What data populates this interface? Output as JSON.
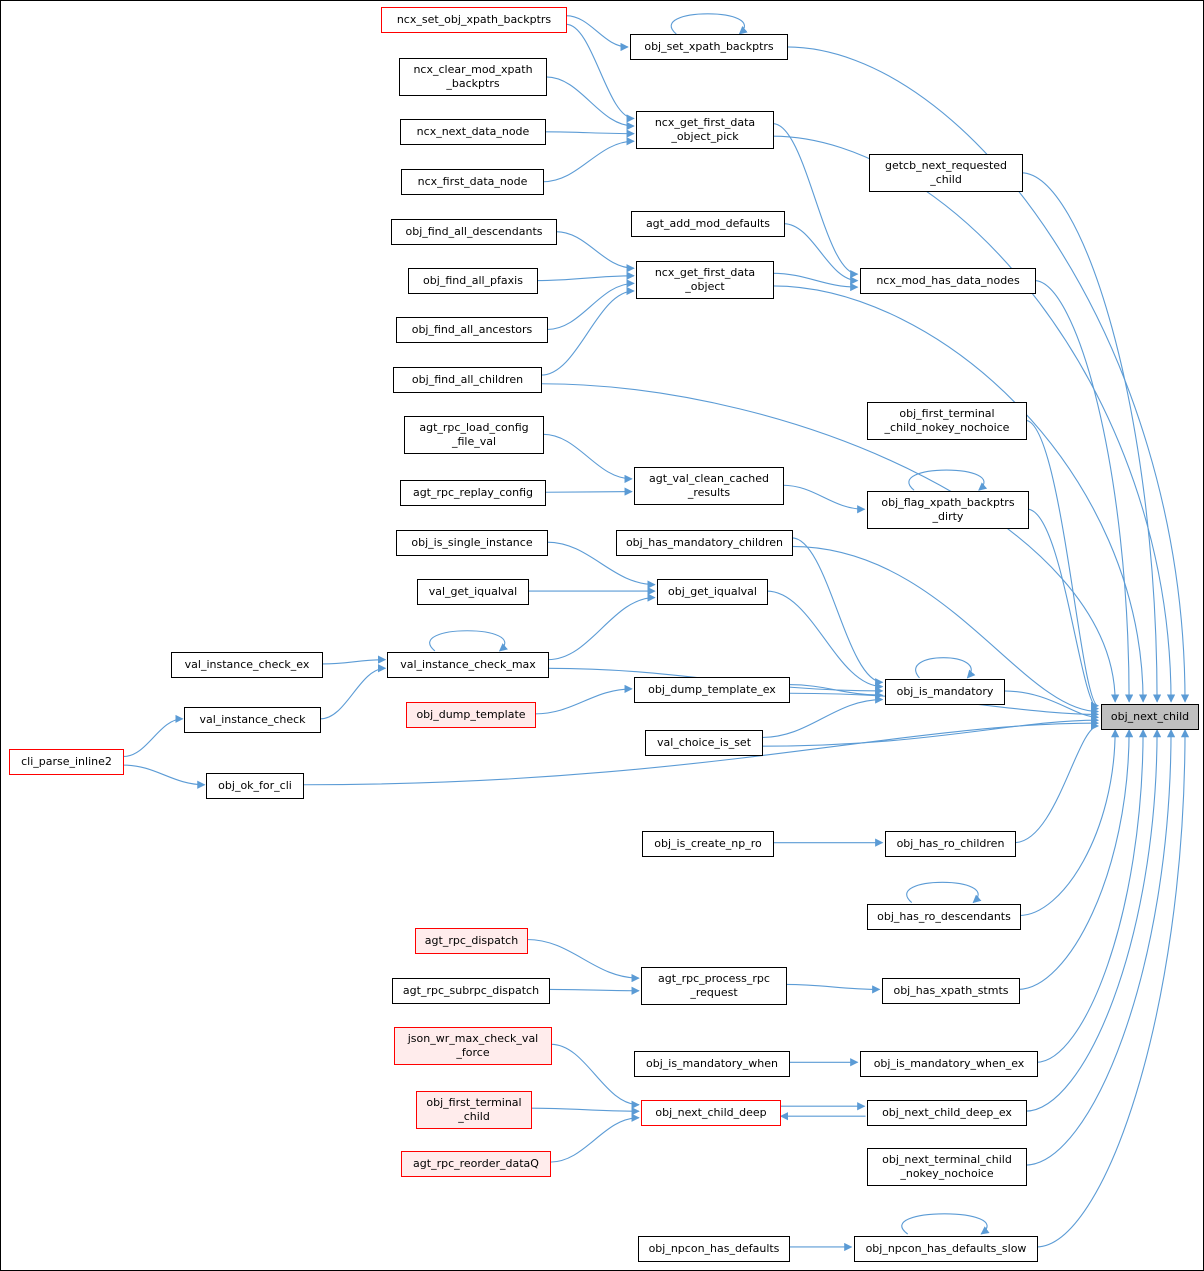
{
  "diagram": {
    "type": "call-graph",
    "root": "obj_next_child",
    "colors": {
      "edge": "#5b9bd5",
      "node_fill": "#ffffff",
      "node_border": "#000000",
      "truncated_border": "#ff0000",
      "truncated_fill": "#ffecec",
      "root_fill": "#bfbfbf",
      "background": "#ffffff"
    },
    "nodes": [
      {
        "id": "ncx_set_obj_xpath_backptrs",
        "label": "ncx_set_obj_xpath_backptrs",
        "style": "truncated"
      },
      {
        "id": "obj_set_xpath_backptrs",
        "label": "obj_set_xpath_backptrs",
        "style": "normal"
      },
      {
        "id": "ncx_clear_mod_xpath_backptrs",
        "label": "ncx_clear_mod_xpath\n_backptrs",
        "style": "normal"
      },
      {
        "id": "ncx_next_data_node",
        "label": "ncx_next_data_node",
        "style": "normal"
      },
      {
        "id": "ncx_first_data_node",
        "label": "ncx_first_data_node",
        "style": "normal"
      },
      {
        "id": "ncx_get_first_data_object_pick",
        "label": "ncx_get_first_data\n_object_pick",
        "style": "normal"
      },
      {
        "id": "getcb_next_requested_child",
        "label": "getcb_next_requested\n_child",
        "style": "normal"
      },
      {
        "id": "obj_find_all_descendants",
        "label": "obj_find_all_descendants",
        "style": "normal"
      },
      {
        "id": "agt_add_mod_defaults",
        "label": "agt_add_mod_defaults",
        "style": "normal"
      },
      {
        "id": "obj_find_all_pfaxis",
        "label": "obj_find_all_pfaxis",
        "style": "normal"
      },
      {
        "id": "ncx_get_first_data_object",
        "label": "ncx_get_first_data\n_object",
        "style": "normal"
      },
      {
        "id": "ncx_mod_has_data_nodes",
        "label": "ncx_mod_has_data_nodes",
        "style": "normal"
      },
      {
        "id": "obj_find_all_ancestors",
        "label": "obj_find_all_ancestors",
        "style": "normal"
      },
      {
        "id": "obj_find_all_children",
        "label": "obj_find_all_children",
        "style": "normal"
      },
      {
        "id": "agt_rpc_load_config_file_val",
        "label": "agt_rpc_load_config\n_file_val",
        "style": "normal"
      },
      {
        "id": "agt_rpc_replay_config",
        "label": "agt_rpc_replay_config",
        "style": "normal"
      },
      {
        "id": "agt_val_clean_cached_results",
        "label": "agt_val_clean_cached\n_results",
        "style": "normal"
      },
      {
        "id": "obj_first_terminal_child_nokey_nochoice",
        "label": "obj_first_terminal\n_child_nokey_nochoice",
        "style": "normal"
      },
      {
        "id": "obj_flag_xpath_backptrs_dirty",
        "label": "obj_flag_xpath_backptrs\n_dirty",
        "style": "normal"
      },
      {
        "id": "obj_is_single_instance",
        "label": "obj_is_single_instance",
        "style": "normal"
      },
      {
        "id": "obj_has_mandatory_children",
        "label": "obj_has_mandatory_children",
        "style": "normal"
      },
      {
        "id": "val_get_iqualval",
        "label": "val_get_iqualval",
        "style": "normal"
      },
      {
        "id": "obj_get_iqualval",
        "label": "obj_get_iqualval",
        "style": "normal"
      },
      {
        "id": "val_instance_check_ex",
        "label": "val_instance_check_ex",
        "style": "normal"
      },
      {
        "id": "val_instance_check_max",
        "label": "val_instance_check_max",
        "style": "normal"
      },
      {
        "id": "obj_is_mandatory",
        "label": "obj_is_mandatory",
        "style": "normal"
      },
      {
        "id": "val_instance_check",
        "label": "val_instance_check",
        "style": "normal"
      },
      {
        "id": "obj_dump_template",
        "label": "obj_dump_template",
        "style": "truncated-filled"
      },
      {
        "id": "obj_dump_template_ex",
        "label": "obj_dump_template_ex",
        "style": "normal"
      },
      {
        "id": "val_choice_is_set",
        "label": "val_choice_is_set",
        "style": "normal"
      },
      {
        "id": "cli_parse_inline2",
        "label": "cli_parse_inline2",
        "style": "truncated"
      },
      {
        "id": "obj_ok_for_cli",
        "label": "obj_ok_for_cli",
        "style": "normal"
      },
      {
        "id": "obj_next_child",
        "label": "obj_next_child",
        "style": "root"
      },
      {
        "id": "obj_is_create_np_ro",
        "label": "obj_is_create_np_ro",
        "style": "normal"
      },
      {
        "id": "obj_has_ro_children",
        "label": "obj_has_ro_children",
        "style": "normal"
      },
      {
        "id": "obj_has_ro_descendants",
        "label": "obj_has_ro_descendants",
        "style": "normal"
      },
      {
        "id": "agt_rpc_dispatch",
        "label": "agt_rpc_dispatch",
        "style": "truncated-filled"
      },
      {
        "id": "agt_rpc_subrpc_dispatch",
        "label": "agt_rpc_subrpc_dispatch",
        "style": "normal"
      },
      {
        "id": "agt_rpc_process_rpc_request",
        "label": "agt_rpc_process_rpc\n_request",
        "style": "normal"
      },
      {
        "id": "obj_has_xpath_stmts",
        "label": "obj_has_xpath_stmts",
        "style": "normal"
      },
      {
        "id": "json_wr_max_check_val_force",
        "label": "json_wr_max_check_val\n_force",
        "style": "truncated-filled"
      },
      {
        "id": "obj_is_mandatory_when",
        "label": "obj_is_mandatory_when",
        "style": "normal"
      },
      {
        "id": "obj_is_mandatory_when_ex",
        "label": "obj_is_mandatory_when_ex",
        "style": "normal"
      },
      {
        "id": "obj_first_terminal_child",
        "label": "obj_first_terminal\n_child",
        "style": "truncated-filled"
      },
      {
        "id": "obj_next_child_deep",
        "label": "obj_next_child_deep",
        "style": "truncated"
      },
      {
        "id": "obj_next_child_deep_ex",
        "label": "obj_next_child_deep_ex",
        "style": "normal"
      },
      {
        "id": "agt_rpc_reorder_dataQ",
        "label": "agt_rpc_reorder_dataQ",
        "style": "truncated-filled"
      },
      {
        "id": "obj_next_terminal_child_nokey_nochoice",
        "label": "obj_next_terminal_child\n_nokey_nochoice",
        "style": "normal"
      },
      {
        "id": "obj_npcon_has_defaults",
        "label": "obj_npcon_has_defaults",
        "style": "normal"
      },
      {
        "id": "obj_npcon_has_defaults_slow",
        "label": "obj_npcon_has_defaults_slow",
        "style": "normal"
      }
    ],
    "edges": [
      {
        "from": "ncx_set_obj_xpath_backptrs",
        "to": "obj_set_xpath_backptrs"
      },
      {
        "from": "ncx_set_obj_xpath_backptrs",
        "to": "ncx_get_first_data_object_pick"
      },
      {
        "from": "obj_set_xpath_backptrs",
        "to": "obj_set_xpath_backptrs"
      },
      {
        "from": "obj_set_xpath_backptrs",
        "to": "obj_next_child"
      },
      {
        "from": "ncx_clear_mod_xpath_backptrs",
        "to": "ncx_get_first_data_object_pick"
      },
      {
        "from": "ncx_next_data_node",
        "to": "ncx_get_first_data_object_pick"
      },
      {
        "from": "ncx_first_data_node",
        "to": "ncx_get_first_data_object_pick"
      },
      {
        "from": "ncx_get_first_data_object_pick",
        "to": "ncx_mod_has_data_nodes"
      },
      {
        "from": "ncx_get_first_data_object_pick",
        "to": "obj_next_child"
      },
      {
        "from": "obj_find_all_descendants",
        "to": "ncx_get_first_data_object"
      },
      {
        "from": "obj_find_all_pfaxis",
        "to": "ncx_get_first_data_object"
      },
      {
        "from": "obj_find_all_ancestors",
        "to": "ncx_get_first_data_object"
      },
      {
        "from": "obj_find_all_children",
        "to": "ncx_get_first_data_object"
      },
      {
        "from": "agt_add_mod_defaults",
        "to": "ncx_mod_has_data_nodes"
      },
      {
        "from": "ncx_get_first_data_object",
        "to": "ncx_mod_has_data_nodes"
      },
      {
        "from": "ncx_get_first_data_object",
        "to": "obj_next_child"
      },
      {
        "from": "ncx_mod_has_data_nodes",
        "to": "obj_next_child"
      },
      {
        "from": "getcb_next_requested_child",
        "to": "obj_next_child"
      },
      {
        "from": "obj_find_all_children",
        "to": "obj_next_child"
      },
      {
        "from": "agt_rpc_load_config_file_val",
        "to": "agt_val_clean_cached_results"
      },
      {
        "from": "agt_rpc_replay_config",
        "to": "agt_val_clean_cached_results"
      },
      {
        "from": "agt_val_clean_cached_results",
        "to": "obj_flag_xpath_backptrs_dirty"
      },
      {
        "from": "obj_flag_xpath_backptrs_dirty",
        "to": "obj_flag_xpath_backptrs_dirty"
      },
      {
        "from": "obj_flag_xpath_backptrs_dirty",
        "to": "obj_next_child"
      },
      {
        "from": "obj_first_terminal_child_nokey_nochoice",
        "to": "obj_next_child"
      },
      {
        "from": "obj_is_single_instance",
        "to": "obj_get_iqualval"
      },
      {
        "from": "val_get_iqualval",
        "to": "obj_get_iqualval"
      },
      {
        "from": "obj_has_mandatory_children",
        "to": "obj_is_mandatory"
      },
      {
        "from": "obj_has_mandatory_children",
        "to": "obj_next_child"
      },
      {
        "from": "obj_get_iqualval",
        "to": "obj_is_mandatory"
      },
      {
        "from": "val_instance_check_ex",
        "to": "val_instance_check_max"
      },
      {
        "from": "val_instance_check",
        "to": "val_instance_check_max"
      },
      {
        "from": "val_instance_check_max",
        "to": "val_instance_check_max"
      },
      {
        "from": "val_instance_check_max",
        "to": "obj_get_iqualval"
      },
      {
        "from": "val_instance_check_max",
        "to": "obj_is_mandatory"
      },
      {
        "from": "obj_is_mandatory",
        "to": "obj_is_mandatory"
      },
      {
        "from": "obj_is_mandatory",
        "to": "obj_next_child"
      },
      {
        "from": "obj_dump_template",
        "to": "obj_dump_template_ex"
      },
      {
        "from": "obj_dump_template_ex",
        "to": "obj_is_mandatory"
      },
      {
        "from": "obj_dump_template_ex",
        "to": "obj_next_child"
      },
      {
        "from": "val_choice_is_set",
        "to": "obj_is_mandatory"
      },
      {
        "from": "val_choice_is_set",
        "to": "obj_next_child"
      },
      {
        "from": "cli_parse_inline2",
        "to": "val_instance_check"
      },
      {
        "from": "cli_parse_inline2",
        "to": "obj_ok_for_cli"
      },
      {
        "from": "obj_ok_for_cli",
        "to": "obj_next_child"
      },
      {
        "from": "obj_is_create_np_ro",
        "to": "obj_has_ro_children"
      },
      {
        "from": "obj_has_ro_children",
        "to": "obj_next_child"
      },
      {
        "from": "obj_has_ro_descendants",
        "to": "obj_has_ro_descendants"
      },
      {
        "from": "obj_has_ro_descendants",
        "to": "obj_next_child"
      },
      {
        "from": "agt_rpc_dispatch",
        "to": "agt_rpc_process_rpc_request"
      },
      {
        "from": "agt_rpc_subrpc_dispatch",
        "to": "agt_rpc_process_rpc_request"
      },
      {
        "from": "agt_rpc_process_rpc_request",
        "to": "obj_has_xpath_stmts"
      },
      {
        "from": "obj_has_xpath_stmts",
        "to": "obj_next_child"
      },
      {
        "from": "json_wr_max_check_val_force",
        "to": "obj_next_child_deep"
      },
      {
        "from": "obj_first_terminal_child",
        "to": "obj_next_child_deep"
      },
      {
        "from": "agt_rpc_reorder_dataQ",
        "to": "obj_next_child_deep"
      },
      {
        "from": "obj_is_mandatory_when",
        "to": "obj_is_mandatory_when_ex"
      },
      {
        "from": "obj_is_mandatory_when_ex",
        "to": "obj_next_child"
      },
      {
        "from": "obj_next_child_deep",
        "to": "obj_next_child_deep_ex"
      },
      {
        "from": "obj_next_child_deep_ex",
        "to": "obj_next_child_deep"
      },
      {
        "from": "obj_next_child_deep_ex",
        "to": "obj_next_child"
      },
      {
        "from": "obj_next_terminal_child_nokey_nochoice",
        "to": "obj_next_child"
      },
      {
        "from": "obj_npcon_has_defaults",
        "to": "obj_npcon_has_defaults_slow"
      },
      {
        "from": "obj_npcon_has_defaults_slow",
        "to": "obj_npcon_has_defaults_slow"
      },
      {
        "from": "obj_npcon_has_defaults_slow",
        "to": "obj_next_child"
      }
    ]
  }
}
